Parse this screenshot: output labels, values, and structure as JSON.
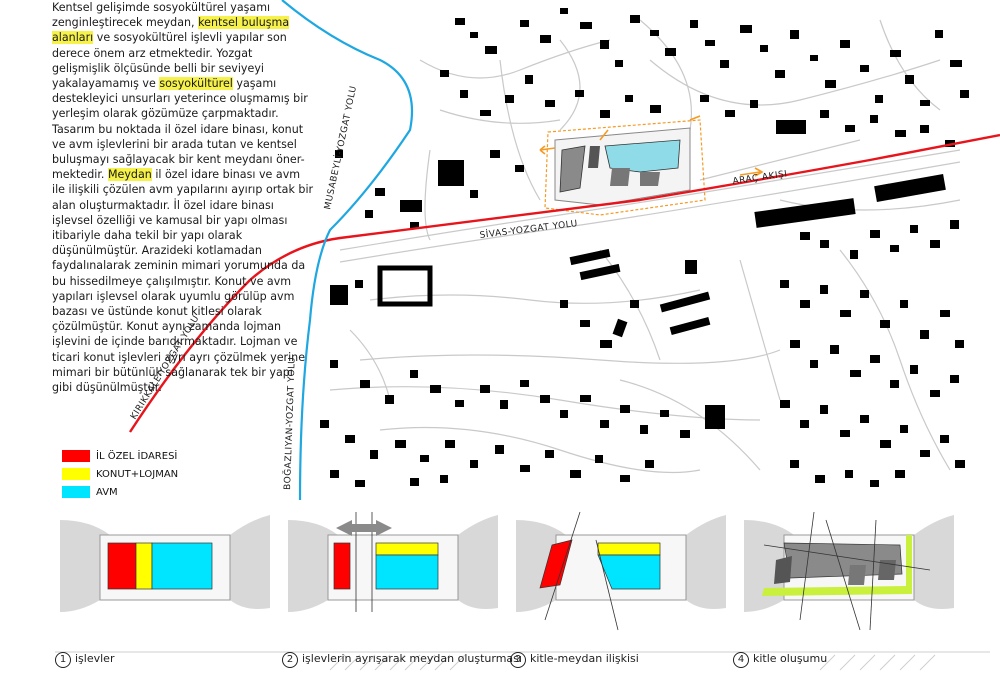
{
  "intro_text": {
    "p1": "Kentsel gelişimde sosyokültürel yaşamı\nzenginleştirecek meydan, ",
    "hl1": "kentsel buluşma\nalanları",
    "p2": " ve sosyokültürel işlevli yapılar son\nderece önem arz etmektedir. Yozgat\ngelişmişlik ölçüsünde belli bir seviyeyi\nyakalayamamış ve ",
    "hl2": "sosyokültürel",
    "p3": " yaşamı\ndestekleyici unsurları yeterince oluşmamış bir\nyerleşim olarak gözümüze çarpmaktadır.\nTasarım bu noktada il özel idare binası, konut\nve avm işlevlerini bir arada tutan ve kentsel\nbuluşmayı sağlayacak bir kent meydanı öner-\nmektedir. ",
    "hl3": "Meydan",
    "p4": " il özel idare binası ve avm\nile ilişkili çözülen avm yapılarını ayırıp ortak bir\nalan oluşturmaktadır. İl özel idare binası\nişlevsel özelliği ve kamusal bir yapı olması\nitibariyle daha tekil bir yapı olarak\ndüşünülmüştür. Arazideki kotlamadan\nfaydalınalarak zeminin mimari yorumunda da\nbu hissedilmeye çalışılmıştır. Konut ve avm\nyapıları işlevsel olarak uyumlu görülüp avm\nbazası ve üstünde konut kitlesi olarak\nçözülmüştür.  Konut  aynı zamanda lojman\nişlevini de içinde barıdırmaktadır. Lojman ve\nticari konut işlevleri ayrı ayrı çözülmek yerine\nmimari bir bütünlük sağlanarak tek bir yapı\ngibi düşünülmüştür."
  },
  "road_labels": {
    "sivas": "SİVAS-YOZGAT YOLU",
    "musabeyli": "MUSABEYLİ-YOZGAT YOLU",
    "kirikkale": "KIRIKKALE-YOZGAT YOLU",
    "bogazliyan": "BOĞAZLIYAN-YOZGAT YOLU",
    "arac": "ARAÇ AKIŞI"
  },
  "legend": [
    {
      "label": "İL ÖZEL İDARESİ",
      "color": "#ff0000"
    },
    {
      "label": "KONUT+LOJMAN",
      "color": "#ffff00"
    },
    {
      "label": "AVM",
      "color": "#00e5ff"
    }
  ],
  "steps": [
    {
      "num": "1",
      "label": "işlevler"
    },
    {
      "num": "2",
      "label": "işlevlerin ayrışarak meydan oluşturması"
    },
    {
      "num": "3",
      "label": "kitle-meydan ilişkisi"
    },
    {
      "num": "4",
      "label": "kitle oluşumu"
    }
  ],
  "colors": {
    "main_road": "#e8141c",
    "secondary_road": "#1ea7e0",
    "building": "#000000",
    "road_fill": "#d8d8d8",
    "accent_green": "#c8f03c",
    "arrow_orange": "#f59a23"
  }
}
